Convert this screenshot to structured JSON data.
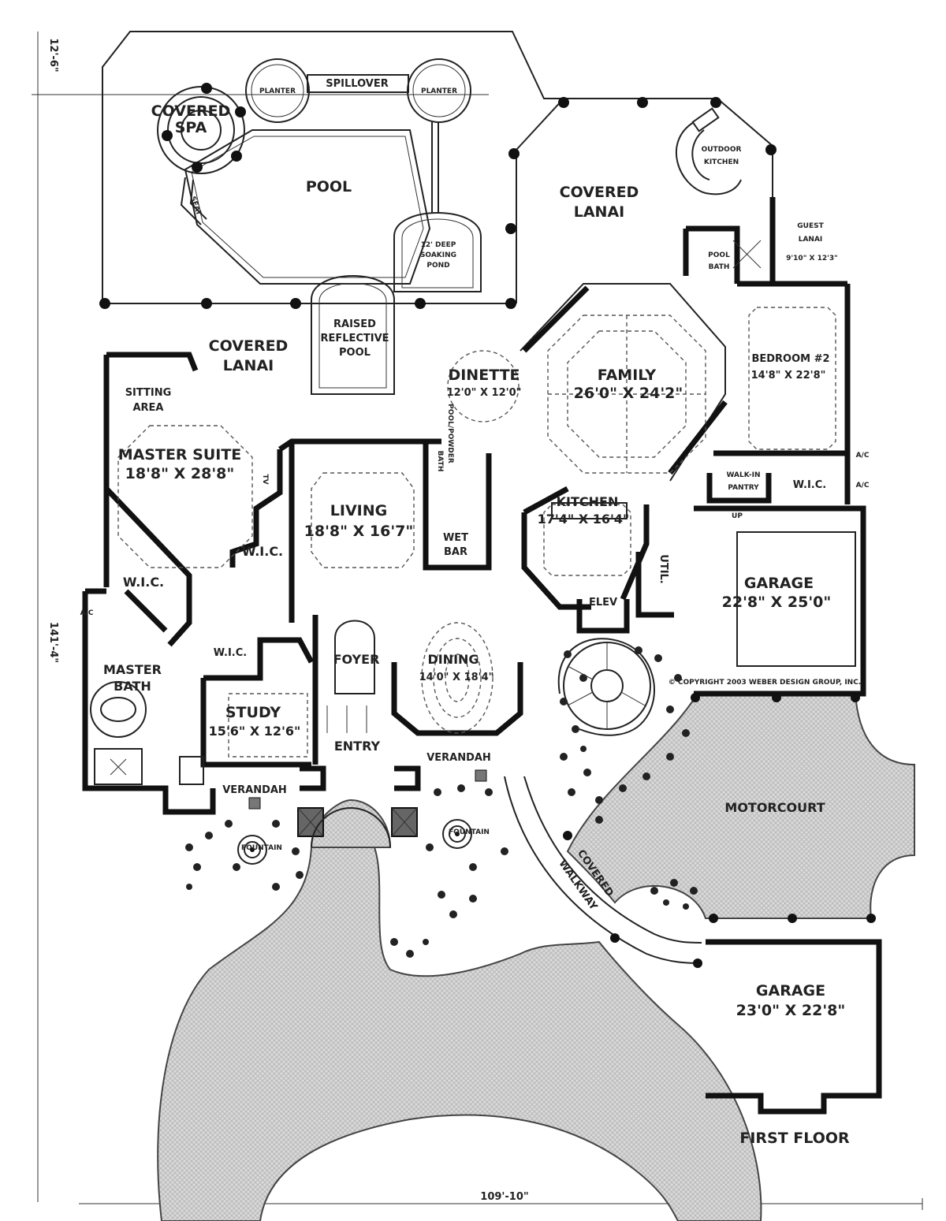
{
  "dimensions": {
    "left_top": "12'-6\"",
    "left_main": "141'-4\"",
    "bottom": "109'-10\""
  },
  "outdoor": {
    "covered_spa": [
      "COVERED",
      "SPA"
    ],
    "planter": "PLANTER",
    "spillover": "SPILLOVER",
    "seat": "SEAT",
    "pool": "POOL",
    "soaking_pond": [
      "12' DEEP",
      "SOAKING",
      "POND"
    ],
    "raised_pool": [
      "RAISED",
      "REFLECTIVE",
      "POOL"
    ],
    "covered_lanai": [
      "COVERED",
      "LANAI"
    ],
    "outdoor_kitchen": [
      "OUTDOOR",
      "KITCHEN"
    ],
    "guest_lanai": [
      "GUEST",
      "LANAI"
    ],
    "guest_lanai_size": "9'10\" X 12'3\"",
    "motorcourt": "MOTORCOURT",
    "covered_walkway": [
      "COVERED",
      "WALKWAY"
    ],
    "fountain": "FOUNTAIN",
    "verandah": "VERANDAH"
  },
  "rooms": {
    "sitting_area": [
      "SITTING",
      "AREA"
    ],
    "master_suite": {
      "name": "MASTER SUITE",
      "size": "18'8\" X 28'8\""
    },
    "tv": "TV",
    "wic": "W.I.C.",
    "master_bath": [
      "MASTER",
      "BATH"
    ],
    "study": {
      "name": "STUDY",
      "size": "15'6\" X 12'6\""
    },
    "living": {
      "name": "LIVING",
      "size": "18'8\" X 16'7\""
    },
    "pool_powder_bath": [
      "POOL/POWDER",
      "BATH"
    ],
    "wet_bar": [
      "WET",
      "BAR"
    ],
    "foyer": "FOYER",
    "dining": {
      "name": "DINING",
      "size": "14'0\" X 18'4\""
    },
    "entry": "ENTRY",
    "dinette": {
      "name": "DINETTE",
      "size": "12'0\" X 12'0\""
    },
    "family": {
      "name": "FAMILY",
      "size": "26'0\" X 24'2\""
    },
    "kitchen": {
      "name": "KITCHEN",
      "size": "17'4\" X 16'4\""
    },
    "elev": "ELEV",
    "util": "UTIL.",
    "pool_bath": [
      "POOL",
      "BATH"
    ],
    "bedroom2": {
      "name": "BEDROOM #2",
      "size": "14'8\" X 22'8\""
    },
    "walkin_pantry": [
      "WALK-IN",
      "PANTRY"
    ],
    "ac": "A/C",
    "up": "UP",
    "garage1": {
      "name": "GARAGE",
      "size": "22'8\" X 25'0\""
    },
    "garage2": {
      "name": "GARAGE",
      "size": "23'0\" X 22'8\""
    }
  },
  "copyright": "© COPYRIGHT 2003 WEBER DESIGN GROUP, INC.",
  "floor_label": "FIRST FLOOR"
}
